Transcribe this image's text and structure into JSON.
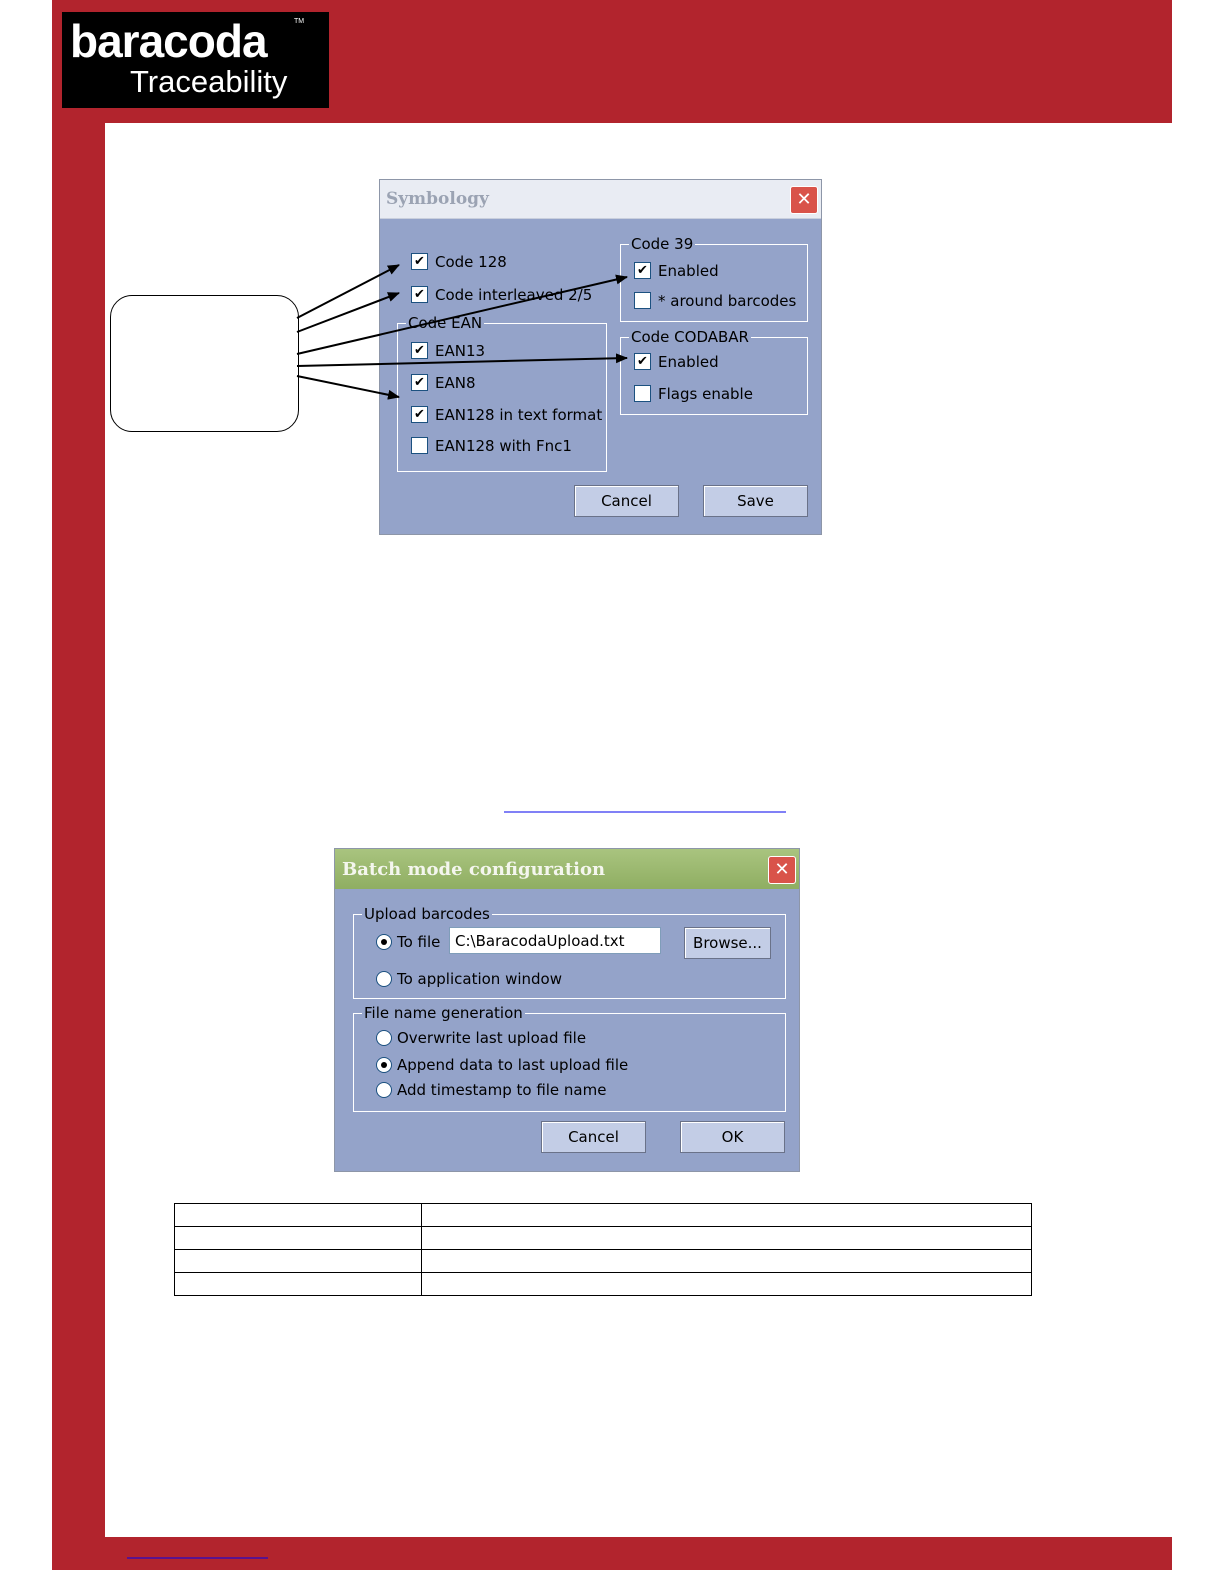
{
  "logo": {
    "brand": "baracoda",
    "trademark": "TM",
    "tagline": "Traceability"
  },
  "symbology_dialog": {
    "title": "Symbology",
    "close_glyph": "✕",
    "code128": {
      "label": "Code 128",
      "checked": true
    },
    "interleaved": {
      "label": "Code interleaved 2/5",
      "checked": true
    },
    "code_ean": {
      "legend": "Code EAN",
      "items": [
        {
          "label": "EAN13",
          "checked": true
        },
        {
          "label": "EAN8",
          "checked": true
        },
        {
          "label": "EAN128 in text format",
          "checked": true
        },
        {
          "label": "EAN128 with Fnc1",
          "checked": false
        }
      ]
    },
    "code39": {
      "legend": "Code 39",
      "items": [
        {
          "label": "Enabled",
          "checked": true
        },
        {
          "label": "* around barcodes",
          "checked": false
        }
      ]
    },
    "codabar": {
      "legend": "Code CODABAR",
      "items": [
        {
          "label": "Enabled",
          "checked": true
        },
        {
          "label": "Flags enable",
          "checked": false
        }
      ]
    },
    "cancel_label": "Cancel",
    "save_label": "Save",
    "check_glyph": "✔"
  },
  "batch_dialog": {
    "title": "Batch mode configuration",
    "close_glyph": "✕",
    "upload": {
      "legend": "Upload barcodes",
      "to_file_label": "To file",
      "file_path": "C:\\BaracodaUpload.txt",
      "browse_label": "Browse...",
      "to_app_label": "To application window",
      "selected": "to_file"
    },
    "filename": {
      "legend": "File name generation",
      "options": [
        {
          "label": "Overwrite last upload file",
          "selected": false
        },
        {
          "label": "Append data to last upload file",
          "selected": true
        },
        {
          "label": "Add timestamp to file name",
          "selected": false
        }
      ]
    },
    "cancel_label": "Cancel",
    "ok_label": "OK"
  },
  "colors": {
    "frame": "#b2242d",
    "dialog_bg": "#94a3c9",
    "symbology_title": "#e8ebf2",
    "batch_title": "#8fae62"
  }
}
